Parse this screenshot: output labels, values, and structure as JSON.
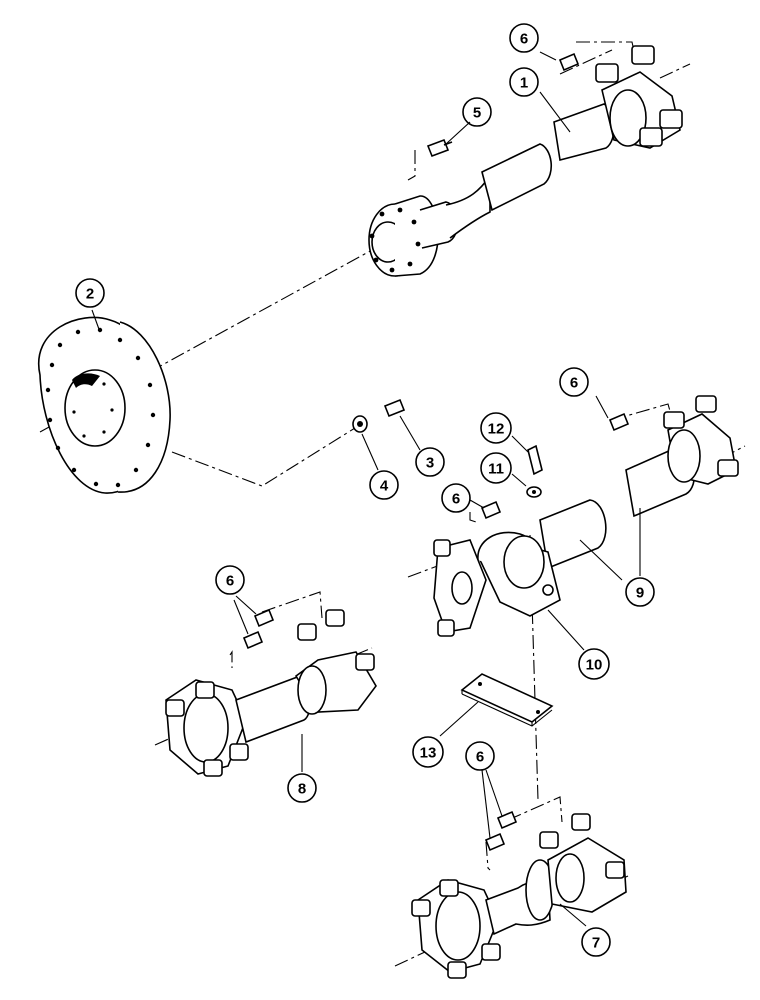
{
  "diagram": {
    "callouts": [
      {
        "id": "1",
        "label": "1"
      },
      {
        "id": "2",
        "label": "2"
      },
      {
        "id": "3",
        "label": "3"
      },
      {
        "id": "4",
        "label": "4"
      },
      {
        "id": "5",
        "label": "5"
      },
      {
        "id": "6a",
        "label": "6"
      },
      {
        "id": "6b",
        "label": "6"
      },
      {
        "id": "6c",
        "label": "6"
      },
      {
        "id": "6d",
        "label": "6"
      },
      {
        "id": "6e",
        "label": "6"
      },
      {
        "id": "7",
        "label": "7"
      },
      {
        "id": "8",
        "label": "8"
      },
      {
        "id": "9",
        "label": "9"
      },
      {
        "id": "10",
        "label": "10"
      },
      {
        "id": "11",
        "label": "11"
      },
      {
        "id": "12",
        "label": "12"
      },
      {
        "id": "13",
        "label": "13"
      }
    ],
    "colors": {
      "line": "#000000",
      "background": "#ffffff"
    }
  }
}
